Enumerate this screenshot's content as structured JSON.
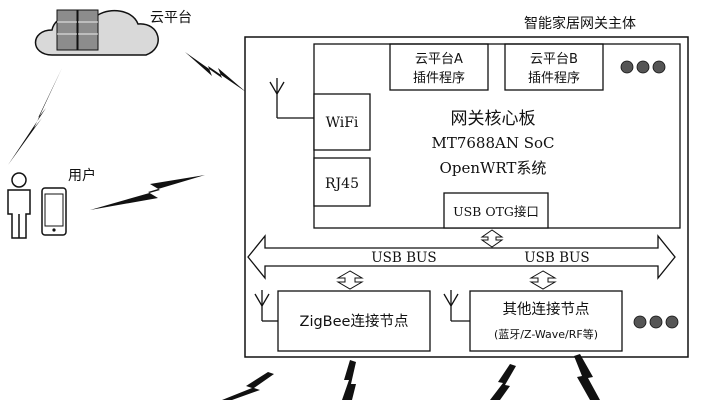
{
  "cloud": {
    "label": "云平台"
  },
  "user": {
    "label": "用户"
  },
  "gateway": {
    "title": "智能家居网关主体"
  },
  "plugins": [
    {
      "line1": "云平台A",
      "line2": "插件程序"
    },
    {
      "line1": "云平台B",
      "line2": "插件程序"
    }
  ],
  "core": {
    "title": "网关核心板",
    "soc": "MT7688AN SoC",
    "os": "OpenWRT系统"
  },
  "ports": {
    "wifi": "WiFi",
    "rj45": "RJ45",
    "usb_otg": "USB OTG接口"
  },
  "bus": {
    "left_label": "USB BUS",
    "right_label": "USB BUS"
  },
  "nodes": {
    "zigbee": "ZigBee连接节点",
    "other": "其他连接节点",
    "other_sub": "(蓝牙/Z-Wave/RF等)"
  },
  "colors": {
    "line": "#111111",
    "cloud_fill": "#d9d9d9",
    "server_fill": "#8c8c8c"
  }
}
